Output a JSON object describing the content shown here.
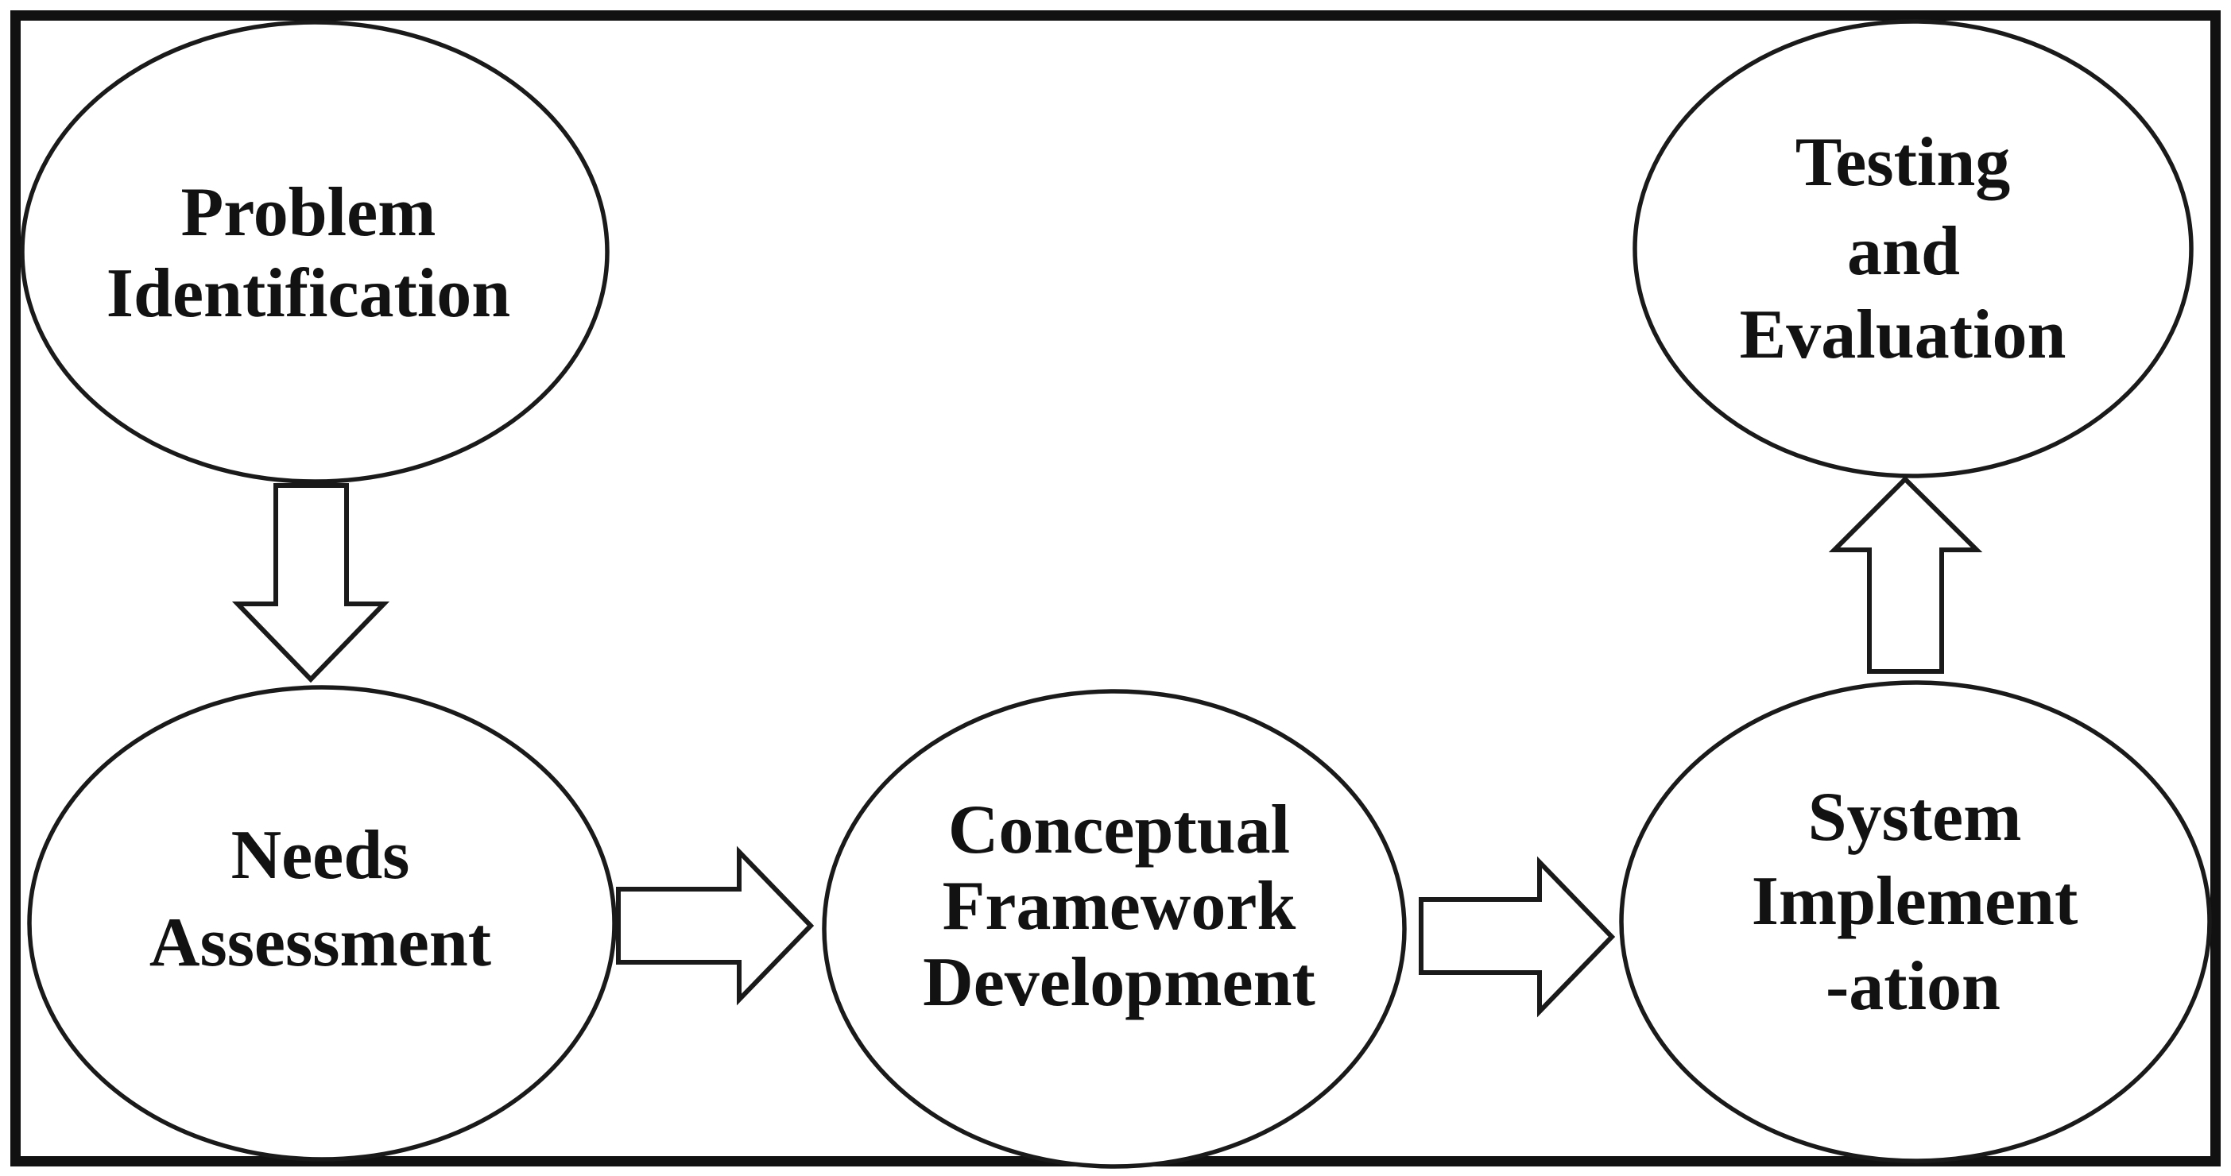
{
  "figure": {
    "type": "flowchart",
    "description": "Five-stage methodology flow diagram: ellipse nodes linked by outlined block arrows inside a thick black border",
    "colors": {
      "background": "#ffffff",
      "node_fill": "#ffffff",
      "stroke": "#1a1a1a",
      "border": "#111111",
      "text": "#121212"
    },
    "nodes": [
      {
        "id": "problem-identification",
        "label": "Problem Identification",
        "lines": [
          "Problem",
          "Identification"
        ]
      },
      {
        "id": "needs-assessment",
        "label": "Needs Assessment",
        "lines": [
          "Needs",
          "Assessment"
        ]
      },
      {
        "id": "conceptual-framework-development",
        "label": "Conceptual Framework Development",
        "lines": [
          "Conceptual",
          "Framework",
          "Development"
        ]
      },
      {
        "id": "system-implementation",
        "label": "System Implementation",
        "lines": [
          "System",
          "Implement",
          "-ation"
        ]
      },
      {
        "id": "testing-and-evaluation",
        "label": "Testing and Evaluation",
        "lines": [
          "Testing",
          "and",
          "Evaluation"
        ]
      }
    ],
    "connectors": [
      {
        "from": "problem-identification",
        "to": "needs-assessment",
        "direction": "down",
        "style": "block-arrow"
      },
      {
        "from": "needs-assessment",
        "to": "conceptual-framework-development",
        "direction": "right",
        "style": "block-arrow"
      },
      {
        "from": "conceptual-framework-development",
        "to": "system-implementation",
        "direction": "right",
        "style": "block-arrow"
      },
      {
        "from": "system-implementation",
        "to": "testing-and-evaluation",
        "direction": "up",
        "style": "block-arrow"
      }
    ]
  }
}
